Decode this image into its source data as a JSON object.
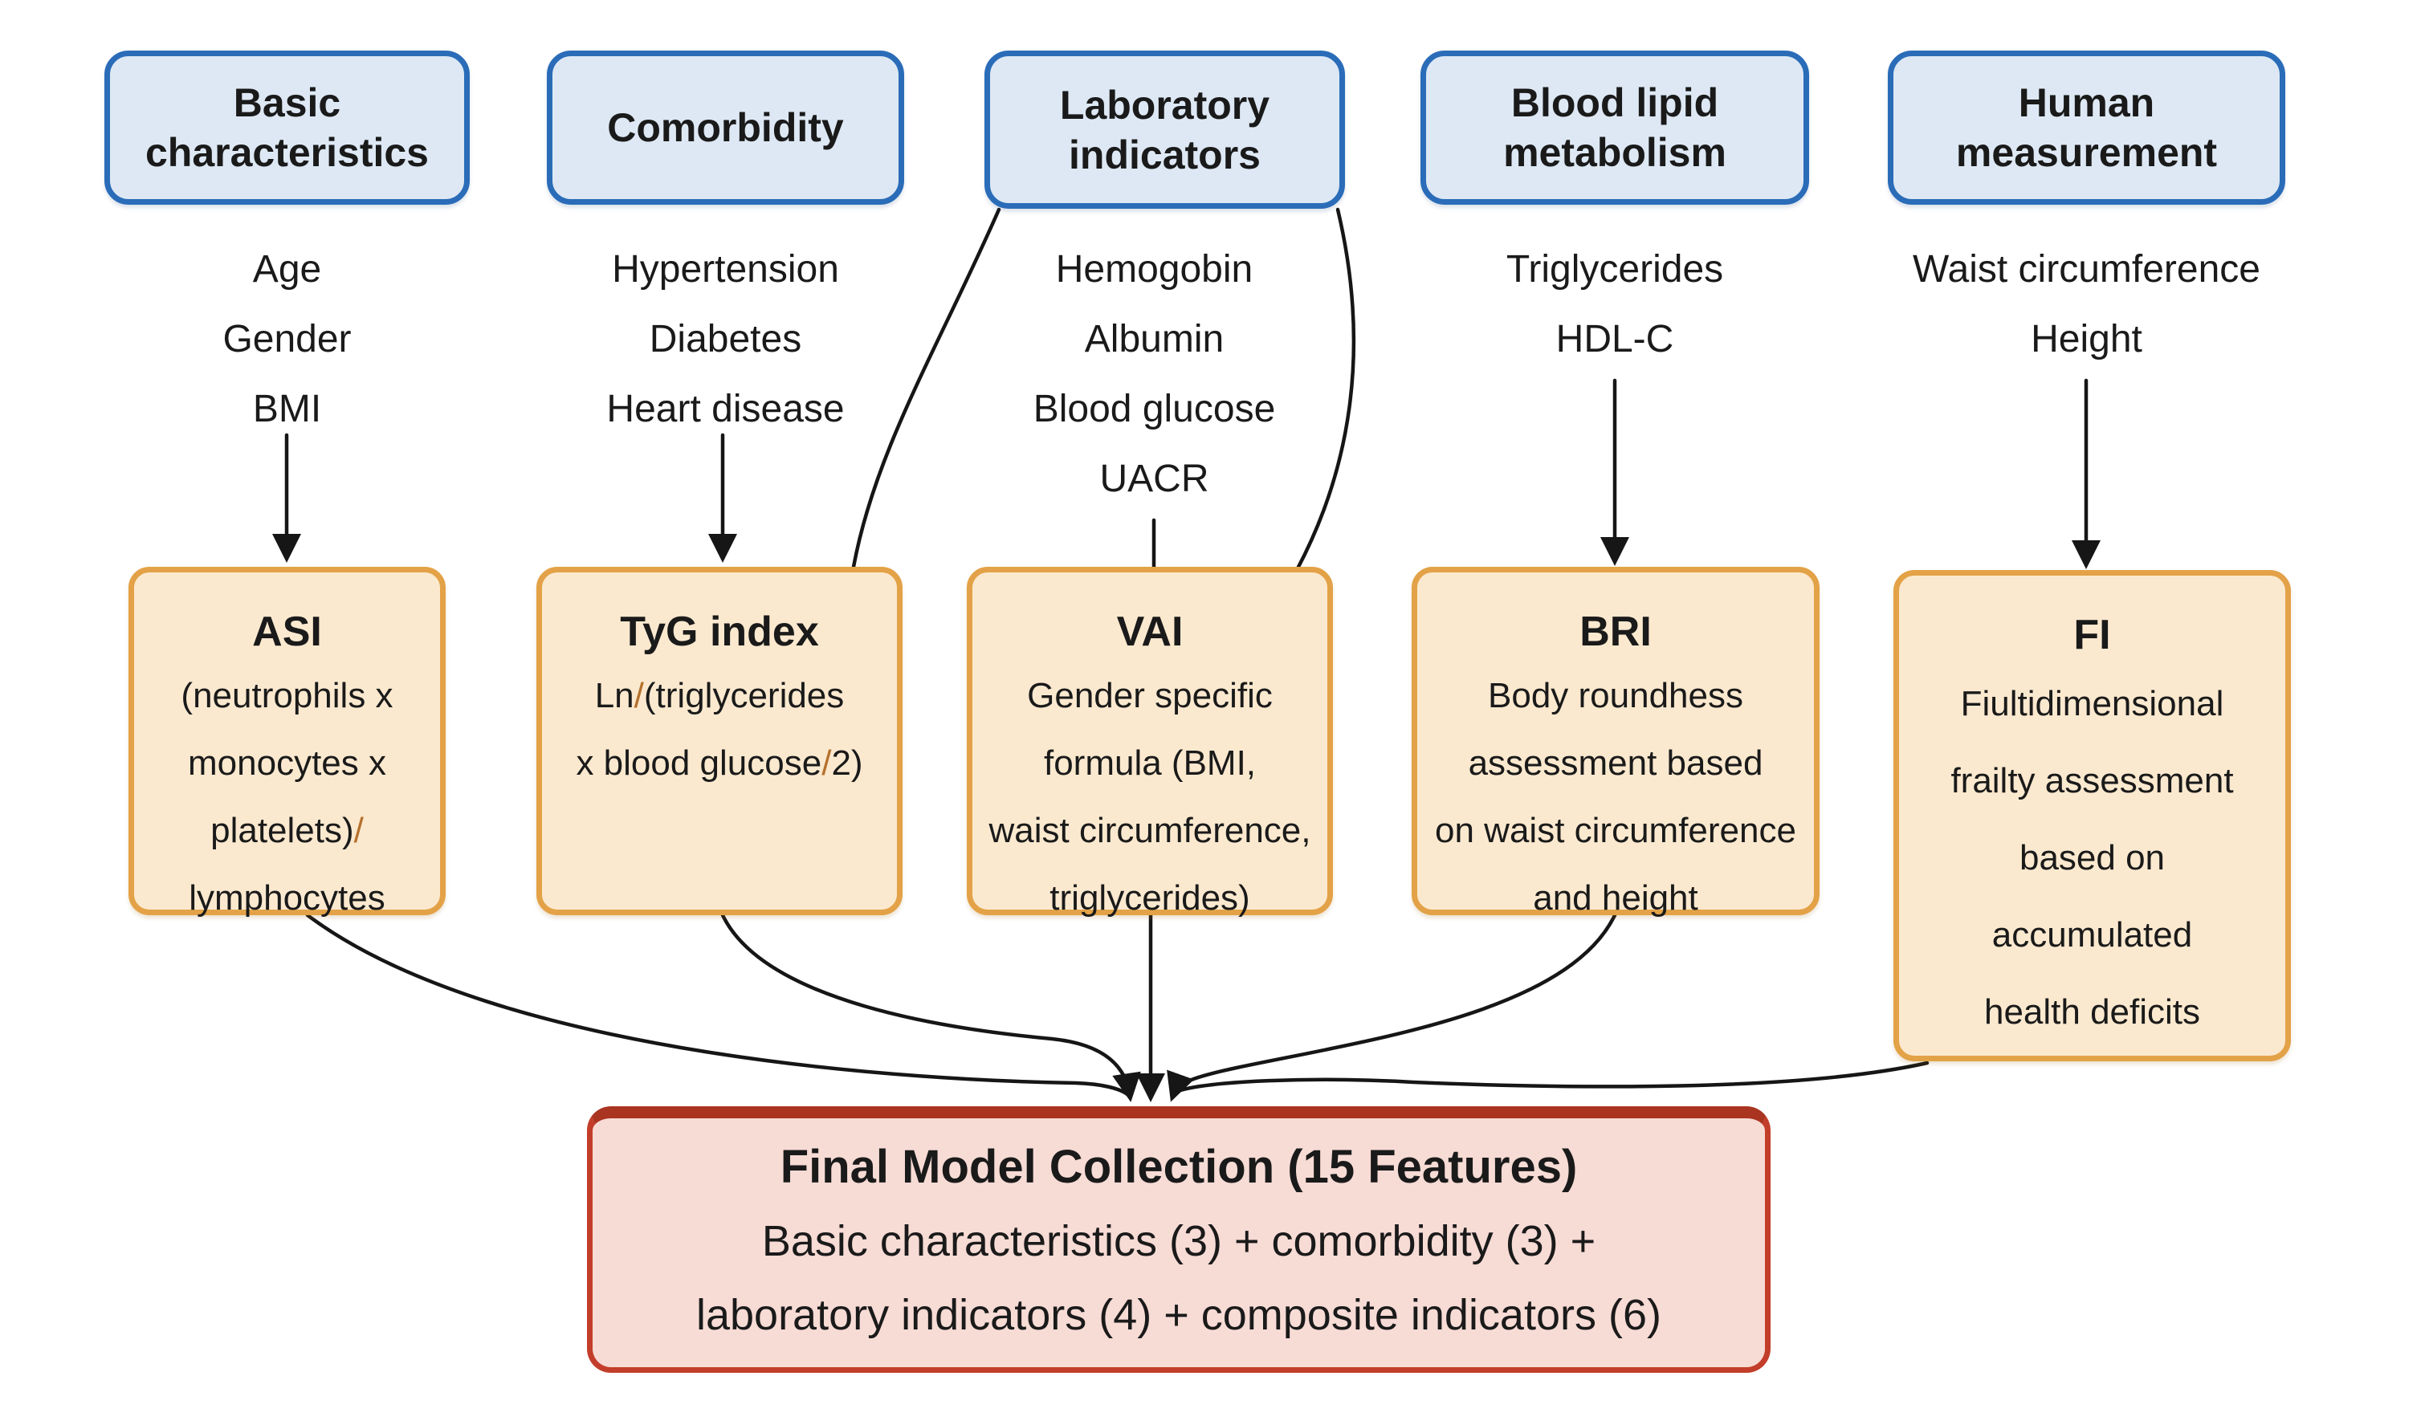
{
  "palette": {
    "background": "#ffffff",
    "text": "#1a1a1a",
    "arrow": "#161616",
    "accent_slash": "#b5712d",
    "category_fill": "#dde8f4",
    "category_border": "#2a6cb8",
    "index_fill": "#fbe9cf",
    "index_border": "#e3a247",
    "final_fill": "#f7dbd5",
    "final_border": "#c23e2a",
    "final_border_top": "#a93420"
  },
  "columns": [
    {
      "title": "Basic characteristics",
      "items": [
        "Age",
        "Gender",
        "BMI"
      ],
      "box": {
        "title": "ASI",
        "lines": [
          [
            {
              "text": "(neutrophils x"
            }
          ],
          [
            {
              "text": "monocytes x"
            }
          ],
          [
            {
              "text": "platelets)"
            },
            {
              "text": "/",
              "accent": true
            }
          ],
          [
            {
              "text": "lymphocytes"
            }
          ]
        ]
      }
    },
    {
      "title": "Comorbidity",
      "items": [
        "Hypertension",
        "Diabetes",
        "Heart disease"
      ],
      "box": {
        "title": "TyG index",
        "lines": [
          [
            {
              "text": "Ln"
            },
            {
              "text": "/",
              "accent": true
            },
            {
              "text": "(triglycerides"
            }
          ],
          [
            {
              "text": "x blood glucose"
            },
            {
              "text": "/",
              "accent": true
            },
            {
              "text": "2)"
            }
          ]
        ]
      }
    },
    {
      "title": "Laboratory indicators",
      "items": [
        "Hemogobin",
        "Albumin",
        "Blood glucose",
        "UACR"
      ],
      "box": {
        "title": "VAI",
        "lines": [
          [
            {
              "text": "Gender specific"
            }
          ],
          [
            {
              "text": "formula (BMI,"
            }
          ],
          [
            {
              "text": "waist circumference,"
            }
          ],
          [
            {
              "text": "triglycerides)"
            }
          ]
        ]
      }
    },
    {
      "title": "Blood lipid metabolism",
      "items": [
        "Triglycerides",
        "HDL-C"
      ],
      "box": {
        "title": "BRI",
        "lines": [
          [
            {
              "text": "Body roundhess"
            }
          ],
          [
            {
              "text": "assessment based"
            }
          ],
          [
            {
              "text": "on waist circumference"
            }
          ],
          [
            {
              "text": "and height"
            }
          ]
        ]
      }
    },
    {
      "title": "Human measurement",
      "items": [
        "Waist circumference",
        "Height"
      ],
      "box": {
        "title": "FI",
        "lines": [
          [
            {
              "text": "Fiultidimensional"
            }
          ],
          [
            {
              "text": "frailty assessment"
            }
          ],
          [
            {
              "text": "based on"
            }
          ],
          [
            {
              "text": "accumulated"
            }
          ],
          [
            {
              "text": "health deficits"
            }
          ]
        ]
      }
    }
  ],
  "final_box": {
    "title": "Final Model Collection (15 Features)",
    "line2": "Basic characteristics (3) + comorbidity (3) +",
    "line3": "laboratory indicators (4) + composite indicators (6)"
  }
}
